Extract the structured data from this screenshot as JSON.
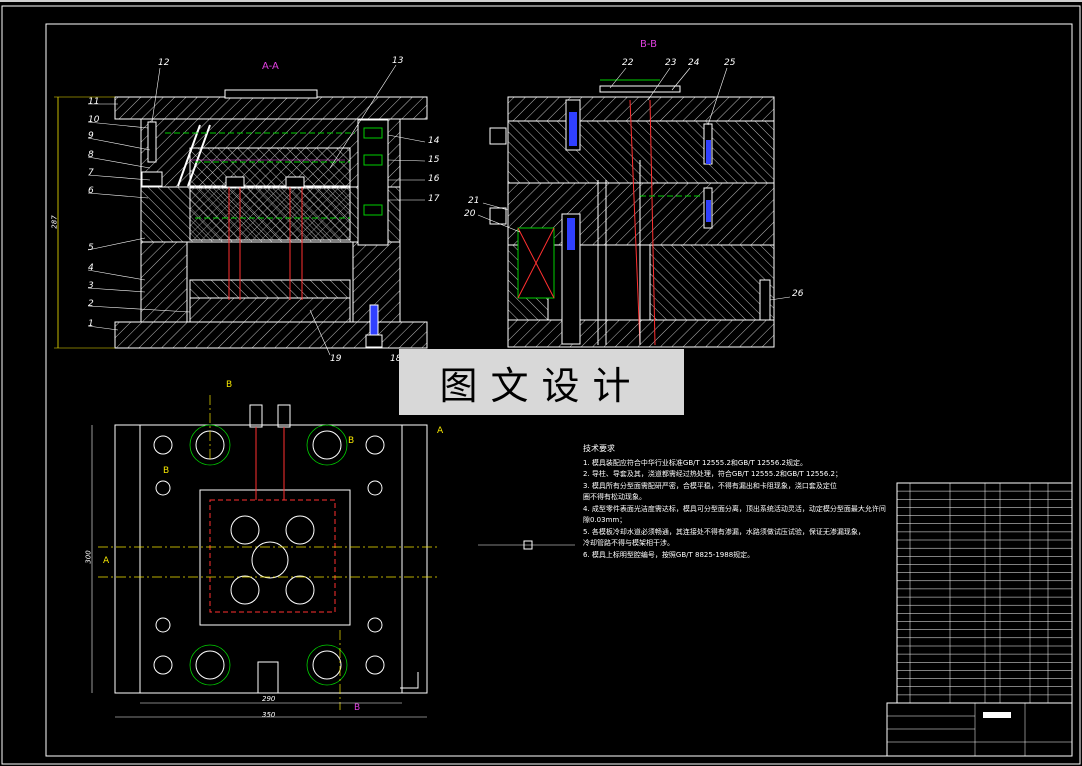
{
  "sections": {
    "aa": "A-A",
    "bb": "B-B"
  },
  "part_numbers_aa_left": [
    "11",
    "10",
    "9",
    "8",
    "7",
    "6",
    "5",
    "4",
    "3",
    "2",
    "1"
  ],
  "part_numbers_aa_top": [
    "12",
    "13"
  ],
  "part_numbers_aa_right": [
    "14",
    "15",
    "16",
    "17"
  ],
  "part_numbers_aa_bottom": [
    "19",
    "18"
  ],
  "part_numbers_bb_top": [
    "22",
    "23",
    "24",
    "25"
  ],
  "part_numbers_bb_side": [
    "21",
    "20",
    "26"
  ],
  "dimensions": {
    "height_aa": "287",
    "plan_height": "300",
    "plan_inner_width": "290",
    "plan_outer_width": "350"
  },
  "plan_markers": {
    "section_b": "B",
    "section_a": "A"
  },
  "banner": "图文设计",
  "tech_notes": {
    "title": "技术要求",
    "lines": [
      "1. 模具装配应符合中华行业标准GB/T 12555.2和GB/T 12556.2规定。",
      "2. 导柱、导套及其，浇道都需经过热处理，符合GB/T 12555.2和GB/T 12556.2；",
      "3. 模具所有分型面需配研严密，合模平稳，不得有漏出和卡阻现象，浇口套及定位",
      "   圈不得有松动现象。",
      "4. 成型零件表面光洁度需达标，模具可分型面分离，顶出系统活动灵活，动定模分型面最大允许间",
      "   隙0.03mm；",
      "5. 各模板冷却水道必须畅通，其连接处不得有渗漏，水路须做试压试验，保证无渗漏现象，",
      "   冷却管路不得与模架相干涉。",
      "6. 模具上标明型腔编号，按照GB/T 8825-1988规定。"
    ]
  },
  "colors": {
    "background": "#000000",
    "outline": "#ffffff",
    "hatch": "#c8c8c8",
    "section_line": "#e040e0",
    "dimension": "#f5e600",
    "green_mark": "#00d000",
    "red_line": "#ff3030",
    "blue_part": "#3040ff",
    "cyan": "#00c8ff"
  }
}
